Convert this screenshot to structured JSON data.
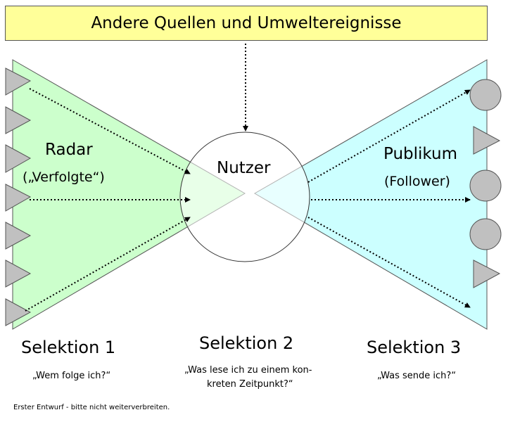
{
  "top_banner": "Andere Quellen und Umweltereignisse",
  "radar": {
    "title": "Radar",
    "subtitle": "(„Verfolgte“)"
  },
  "center": {
    "title": "Nutzer"
  },
  "publikum": {
    "title": "Publikum",
    "subtitle": "(Follower)"
  },
  "selections": [
    {
      "label": "Selektion 1",
      "question_lines": [
        "„Wem folge ich?“"
      ]
    },
    {
      "label": "Selektion 2",
      "question_lines": [
        "„Was lese ich zu einem kon-",
        "kreten Zeitpunkt?“"
      ]
    },
    {
      "label": "Selektion 3",
      "question_lines": [
        "„Was sende ich?“"
      ]
    }
  ],
  "footnote": "Erster Entwurf - bitte nicht weiterverbreiten.",
  "colors": {
    "banner": "#ffff99",
    "left_fan": "#ccffcc",
    "right_fan": "#ccffff",
    "shape_gray": "#c0c0c0",
    "circle_fill": "#ffffff"
  },
  "icons": {
    "left_sources": [
      "triangle-icon",
      "triangle-icon",
      "triangle-icon",
      "triangle-icon",
      "triangle-icon",
      "triangle-icon",
      "triangle-icon"
    ],
    "right_audience": [
      "circle-icon",
      "triangle-icon",
      "circle-icon",
      "circle-icon",
      "triangle-icon"
    ]
  }
}
